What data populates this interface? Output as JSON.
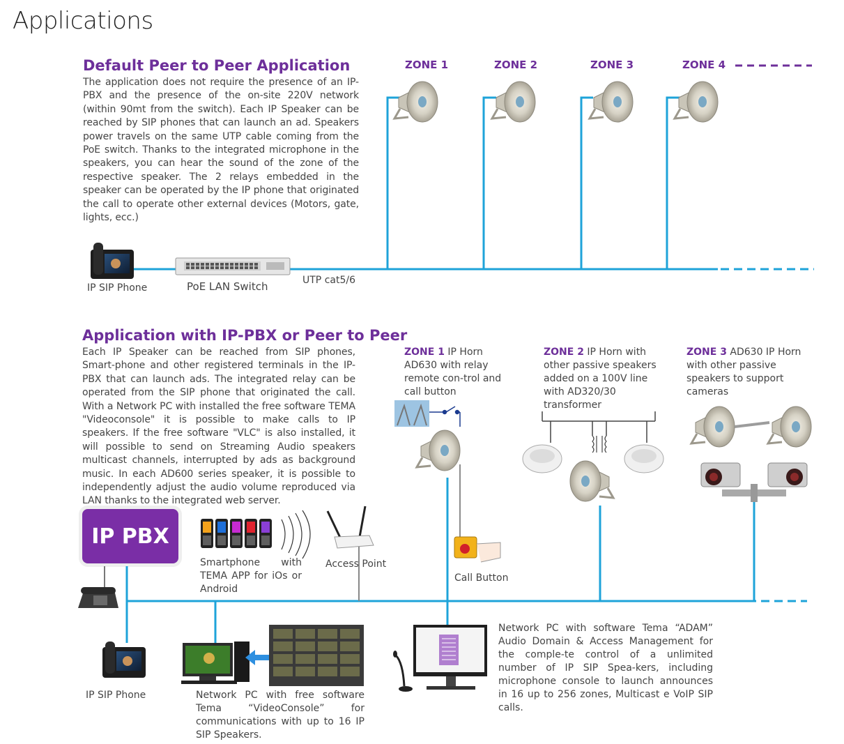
{
  "page_title": "Applications",
  "section1": {
    "title": "Default Peer to Peer Application",
    "body": "The application does not require the presence of an IP-PBX and the presence of the on-site 220V network (within 90mt from the switch). Each IP Speaker can be reached by SIP phones that can launch an ad. Speakers power travels on the same UTP cable coming from the PoE switch. Thanks to the integrated microphone in the speakers, you can hear the sound of the zone of the respective speaker. The 2 relays embedded in the speaker can be operated by the IP phone that originated the call to operate other external devices (Motors, gate, lights, ecc.)",
    "zones": [
      "ZONE 1",
      "ZONE 2",
      "ZONE 3",
      "ZONE 4"
    ],
    "labels": {
      "phone": "IP SIP Phone",
      "switch": "PoE LAN Switch",
      "cable": "UTP cat5/6"
    }
  },
  "section2": {
    "title": "Application with IP-PBX or Peer to Peer",
    "body": "Each IP Speaker can be reached from SIP phones, Smart-phone and other registered terminals in the IP-PBX that can launch ads. The integrated relay can be operated from the SIP phone that originated the call. With a Network PC with installed the free software TEMA \"Videoconsole\" it is possible to make calls to IP speakers. If the free software \"VLC\" is also installed, it will possible to send on Streaming Audio speakers multicast channels, interrupted by ads as background music. In each AD600 series speaker, it is possible to independently adjust the audio volume reproduced via LAN thanks to the integrated web server.",
    "pbx_label": "IP PBX",
    "zone1": {
      "name": "ZONE 1",
      "desc": " IP Horn AD630 with relay remote con-trol and call button"
    },
    "zone2": {
      "name": "ZONE 2",
      "desc": " IP Horn with other passive speakers added on a 100V line with AD320/30 transformer"
    },
    "zone3": {
      "name": "ZONE 3",
      "desc": " AD630 IP Horn with other passive speakers to support cameras"
    },
    "labels": {
      "smartphone": "Smartphone with TEMA APP for iOs or Android",
      "access_point": "Access Point",
      "call_button": "Call Button",
      "phone": "IP SIP Phone",
      "videoconsole_pc": "Network PC with free software Tema “VideoConsole” for communications with up to 16 IP SIP Speakers.",
      "adam_pc": "Network PC with software Tema “ADAM” Audio Domain & Access Management for the comple-te control of a unlimited number of IP SIP Spea-kers, including microphone console to launch announces in 16 up to 256 zones, Multicast e VoIP SIP calls."
    }
  },
  "colors": {
    "accent_purple": "#6d2f9a",
    "network_cyan": "#1ea3d9",
    "pbx_purple": "#7a2ea6"
  }
}
